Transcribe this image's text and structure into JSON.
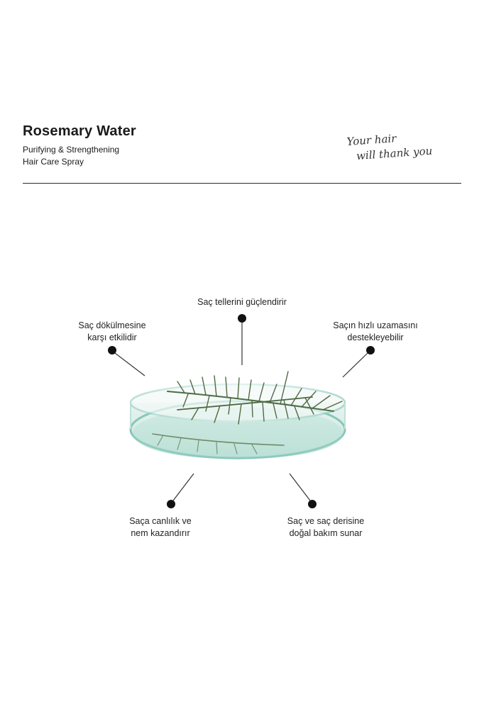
{
  "header": {
    "title": "Rosemary Water",
    "subtitle_line1": "Purifying & Strengthening",
    "subtitle_line2": "Hair Care Spray",
    "tagline_line1": "Your hair",
    "tagline_line2": "will thank you"
  },
  "benefits": {
    "top": "Saç tellerini güçlendirir",
    "left_line1": "Saç dökülmesine",
    "left_line2": "karşı etkilidir",
    "right_line1": "Saçın hızlı uzamasını",
    "right_line2": "destekleyebilir",
    "bottom_left_line1": "Saça canlılık ve",
    "bottom_left_line2": "nem kazandırır",
    "bottom_right_line1": "Saç ve saç derisine",
    "bottom_right_line2": "doğal bakım sunar"
  },
  "colors": {
    "text": "#1a1a1a",
    "rosemary": "#4f6a45",
    "glass_tint": "#7fc4b8"
  }
}
